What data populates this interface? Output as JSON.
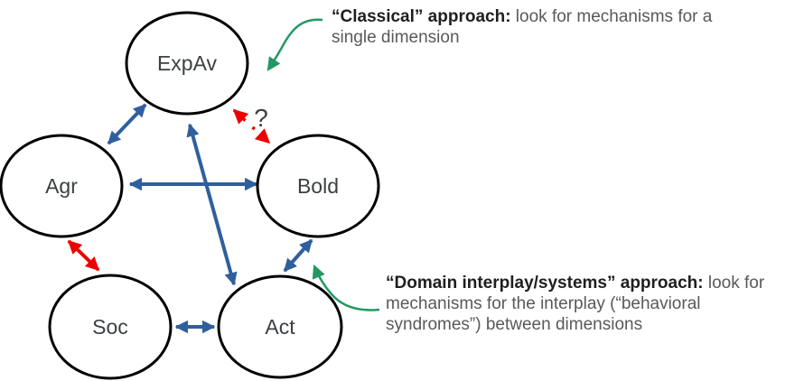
{
  "colors": {
    "blue": "#2F5F9E",
    "red": "#EE0000",
    "green": "#259862",
    "node_stroke": "#000000",
    "node_fill": "#FFFFFF",
    "label": "#3C4043",
    "text_bold": "#1F1F1F",
    "text_gray": "#595959"
  },
  "nodes": [
    {
      "id": "expav",
      "label": "ExpAv"
    },
    {
      "id": "agr",
      "label": "Agr"
    },
    {
      "id": "bold",
      "label": "Bold"
    },
    {
      "id": "soc",
      "label": "Soc"
    },
    {
      "id": "act",
      "label": "Act"
    }
  ],
  "edges": [
    {
      "from": "ExpAv",
      "to": "Agr",
      "color": "blue",
      "style": "solid",
      "bidirectional": true
    },
    {
      "from": "Agr",
      "to": "Bold",
      "color": "blue",
      "style": "solid",
      "bidirectional": true
    },
    {
      "from": "ExpAv",
      "to": "Act",
      "color": "blue",
      "style": "solid",
      "bidirectional": true
    },
    {
      "from": "Bold",
      "to": "Act",
      "color": "blue",
      "style": "solid",
      "bidirectional": true
    },
    {
      "from": "Soc",
      "to": "Act",
      "color": "blue",
      "style": "solid",
      "bidirectional": true
    },
    {
      "from": "Agr",
      "to": "Soc",
      "color": "red",
      "style": "solid",
      "bidirectional": true
    },
    {
      "from": "ExpAv",
      "to": "Bold",
      "color": "red",
      "style": "dotted",
      "bidirectional": true,
      "label": "?"
    }
  ],
  "annotations": {
    "classical": {
      "lines": [
        [
          {
            "b": true,
            "t": "“Classical” approach:"
          },
          {
            "b": false,
            "t": " look for mechanisms for a"
          }
        ],
        [
          {
            "b": false,
            "t": "single dimension"
          }
        ]
      ]
    },
    "interplay": {
      "lines": [
        [
          {
            "b": true,
            "t": "“Domain interplay/systems” approach:"
          },
          {
            "b": false,
            "t": " look for"
          }
        ],
        [
          {
            "b": false,
            "t": "mechanisms for the interplay (“behavioral"
          }
        ],
        [
          {
            "b": false,
            "t": "syndromes”) between dimensions"
          }
        ]
      ]
    }
  }
}
